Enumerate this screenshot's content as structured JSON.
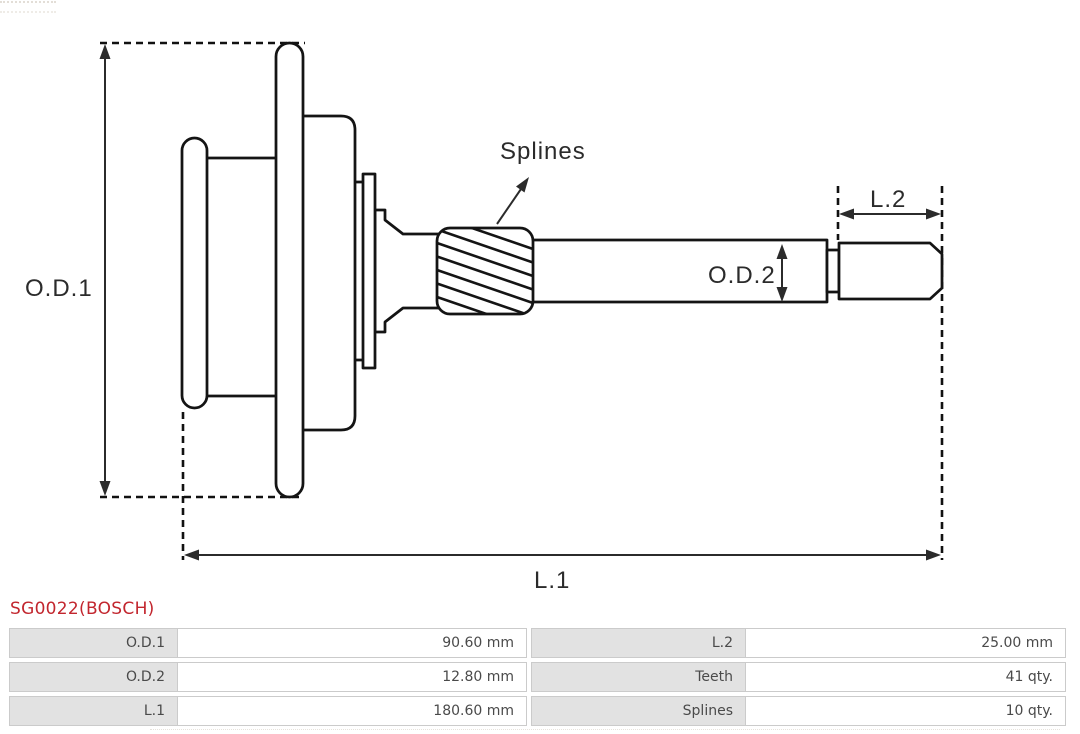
{
  "diagram": {
    "labels": {
      "od1": "O.D.1",
      "od2": "O.D.2",
      "l1": "L.1",
      "l2": "L.2",
      "splines": "Splines"
    },
    "line_color": "#141414"
  },
  "part": {
    "number": "SG0022(BOSCH)",
    "accent_color": "#c2262e"
  },
  "spec_table": {
    "rows": [
      {
        "c1_label": "O.D.1",
        "c1_value": "90.60 mm",
        "c2_label": "L.2",
        "c2_value": "25.00 mm"
      },
      {
        "c1_label": "O.D.2",
        "c1_value": "12.80 mm",
        "c2_label": "Teeth",
        "c2_value": "41 qty."
      },
      {
        "c1_label": "L.1",
        "c1_value": "180.60 mm",
        "c2_label": "Splines",
        "c2_value": "10 qty."
      }
    ],
    "label_bg": "#e2e2e2",
    "border_color": "#cbcbcb",
    "text_color": "#4a4a4a"
  }
}
